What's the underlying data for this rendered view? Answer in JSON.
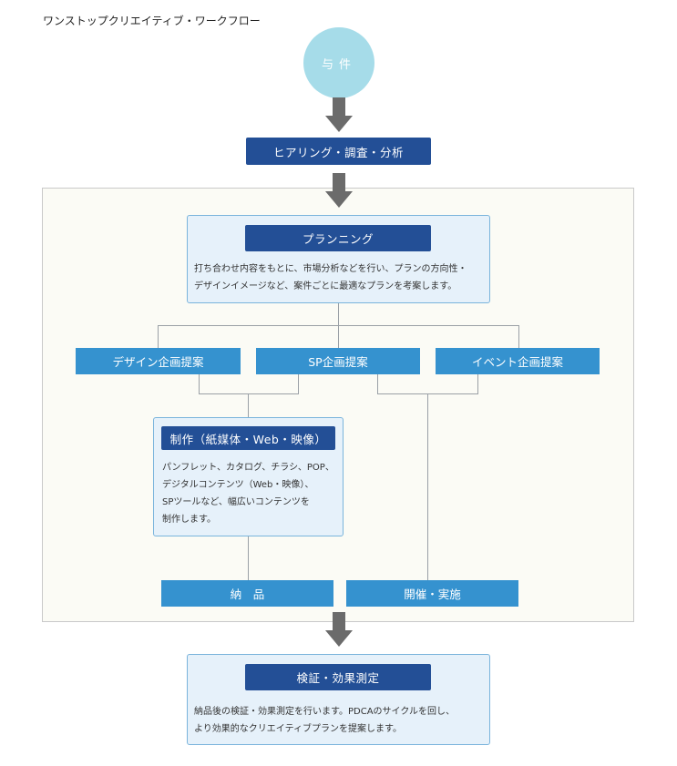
{
  "title": "ワンストップクリエイティブ・ワークフロー",
  "start": "与件",
  "step_hearing": "ヒアリング・調査・分析",
  "planning": {
    "label": "プランニング",
    "desc_line1": "打ち合わせ内容をもとに、市場分析などを行い、プランの方向性・",
    "desc_line2": "デザインイメージなど、案件ごとに最適なプランを考案します。"
  },
  "proposals": [
    "デザイン企画提案",
    "SP企画提案",
    "イベント企画提案"
  ],
  "production": {
    "label": "制作（紙媒体・Web・映像）",
    "desc_lines": [
      "パンフレット、カタログ、チラシ、POP、",
      "デジタルコンテンツ（Web・映像）、",
      "SPツールなど、幅広いコンテンツを",
      "制作します。"
    ]
  },
  "delivery": "納　品",
  "event_run": "開催・実施",
  "verification": {
    "label": "検証・効果測定",
    "desc_line1": "納品後の検証・効果測定を行います。PDCAのサイクルを回し、",
    "desc_line2": "より効果的なクリエイティブプランを提案します。"
  },
  "colors": {
    "dark_blue": "#234f96",
    "mid_blue": "#3592cf",
    "circle": "#a6dce9",
    "arrow": "#6b6b6b"
  }
}
